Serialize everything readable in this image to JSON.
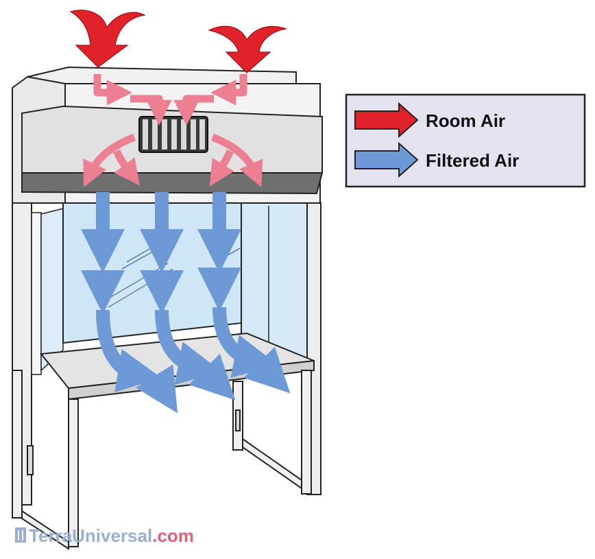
{
  "legend": {
    "items": [
      {
        "label": "Room Air",
        "color": "#e2222a",
        "icon": "red-arrow"
      },
      {
        "label": "Filtered Air",
        "color": "#6d9ad6",
        "icon": "blue-arrow"
      }
    ],
    "background": "#e6e3f0",
    "border": "#222222"
  },
  "brand": {
    "name_part1": "TerraUniversal",
    "name_part2": ".com",
    "color_part1": "#9aaed2",
    "color_part2": "#e25f7c",
    "icon": "terra-logo-icon"
  },
  "colors": {
    "room_air": "#e2222a",
    "room_air_pale": "#ec8092",
    "filtered_air": "#6d9ad6",
    "glass": "#cfe6f7",
    "cabinet": "#eeeeee",
    "hood": "#e1e1e1",
    "filter_band": "#6f6f6f",
    "outline": "#222222"
  }
}
